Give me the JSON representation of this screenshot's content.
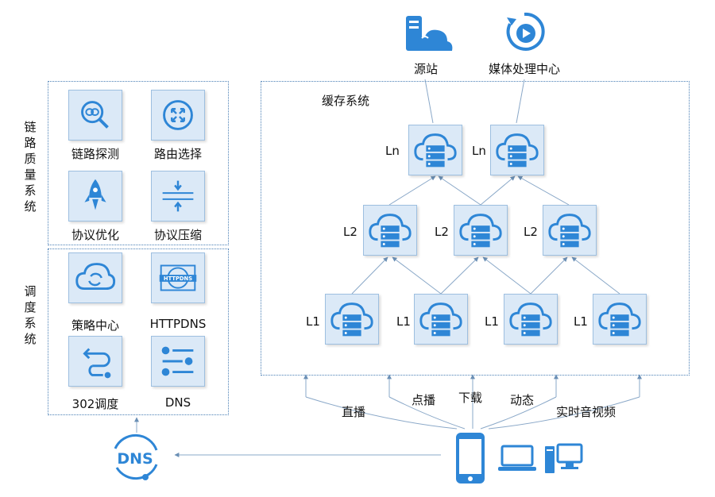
{
  "top": {
    "origin_label": "源站",
    "media_label": "媒体处理中心"
  },
  "cache": {
    "title": "缓存系统",
    "ln_label": "Ln",
    "l2_label": "L2",
    "l1_label": "L1"
  },
  "link_quality": {
    "title": "链路质量系统",
    "items": [
      "链路探测",
      "路由选择",
      "协议优化",
      "协议压缩"
    ]
  },
  "scheduling": {
    "title": "调度系统",
    "items": [
      "策略中心",
      "HTTPDNS",
      "302调度",
      "DNS"
    ],
    "httpdns_icon_text": "HTTPDNS"
  },
  "dns_badge": "DNS",
  "services": [
    "直播",
    "点播",
    "下载",
    "动态",
    "实时音视频"
  ],
  "colors": {
    "accent": "#2e86d6",
    "tile_bg": "#dbe9f7",
    "border": "#4a7fb5"
  }
}
